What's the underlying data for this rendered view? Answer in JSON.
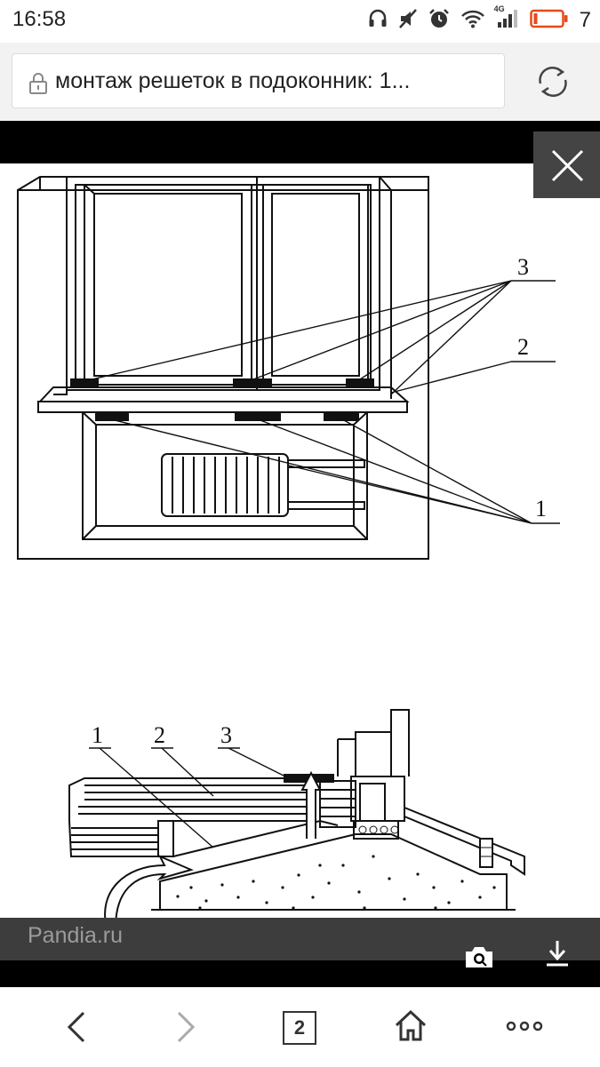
{
  "status_bar": {
    "time": "16:58",
    "network": "4G",
    "battery_level": "7",
    "icons": [
      "headset-icon",
      "mute-icon",
      "alarm-icon",
      "wifi-icon",
      "signal-icon",
      "battery-icon"
    ]
  },
  "address_bar": {
    "url_text": "монтаж решеток в подоконник: 1...",
    "lock_icon": "lock-icon",
    "reload_icon": "reload-icon"
  },
  "image_viewer": {
    "source": "Pandia.ru",
    "close_icon": "close-icon",
    "search_image_icon": "camera-search-icon",
    "download_icon": "download-icon",
    "diagram": {
      "top_labels": [
        "3",
        "2",
        "1"
      ],
      "bottom_labels": [
        "1",
        "2",
        "3"
      ]
    }
  },
  "bottom_nav": {
    "tab_count": "2",
    "icons": [
      "back-icon",
      "forward-icon",
      "tabs-icon",
      "home-icon",
      "more-icon"
    ]
  },
  "colors": {
    "viewer_bg": "#000000",
    "caption_bg": "#3d3d3d",
    "battery": "#e64a19"
  }
}
